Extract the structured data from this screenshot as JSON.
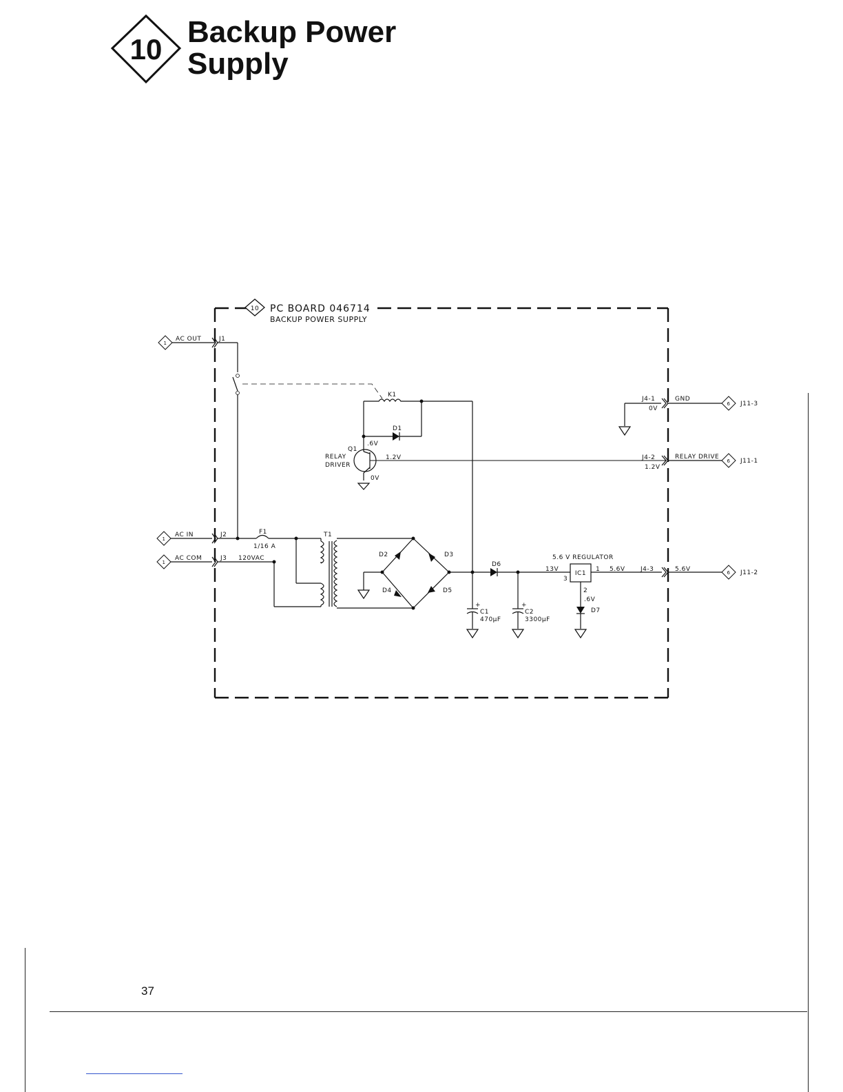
{
  "header": {
    "badge_number": "10",
    "title_line1": "Backup Power",
    "title_line2": "Supply"
  },
  "board": {
    "badge": "10",
    "title": "PC BOARD 046714",
    "subtitle": "BACKUP POWER SUPPLY"
  },
  "connectors_in": {
    "ac_out": {
      "ref": "1",
      "label": "AC OUT",
      "jack": "J1"
    },
    "ac_in": {
      "ref": "1",
      "label": "AC IN",
      "jack": "J2"
    },
    "ac_com": {
      "ref": "1",
      "label": "AC COM",
      "jack": "J3",
      "voltage": "120VAC"
    }
  },
  "connectors_out": {
    "gnd": {
      "pin": "J4-1",
      "volt": "0V",
      "label": "GND",
      "ref": "6",
      "dest": "J11-3"
    },
    "relay": {
      "pin": "J4-2",
      "volt": "1.2V",
      "label": "RELAY DRIVE",
      "ref": "6",
      "dest": "J11-1"
    },
    "v56": {
      "pin": "J4-3",
      "label": "5.6V",
      "ref": "6",
      "dest": "J11-2"
    }
  },
  "components": {
    "fuse": {
      "ref": "F1",
      "value": "1/16 A"
    },
    "transformer": "T1",
    "relay": "K1",
    "d1": "D1",
    "d2": "D2",
    "d3": "D3",
    "d4": "D4",
    "d5": "D5",
    "d6": "D6",
    "d7": "D7",
    "q1": {
      "ref": "Q1",
      "name1": "RELAY",
      "name2": "DRIVER",
      "v_collector": ".6V",
      "v_base": "1.2V",
      "v_emitter": "0V"
    },
    "c1": {
      "ref": "C1",
      "value": "470µF",
      "polarity": "+"
    },
    "c2": {
      "ref": "C2",
      "value": "3300µF",
      "polarity": "+"
    },
    "ic1": {
      "ref": "IC1",
      "title": "5.6 V REGULATOR",
      "in_volt": "13V",
      "out_volt": "5.6V",
      "pin1": "1",
      "pin2": "2",
      "pin3": "3",
      "d7_volt": ".6V"
    }
  },
  "page_number": "37"
}
